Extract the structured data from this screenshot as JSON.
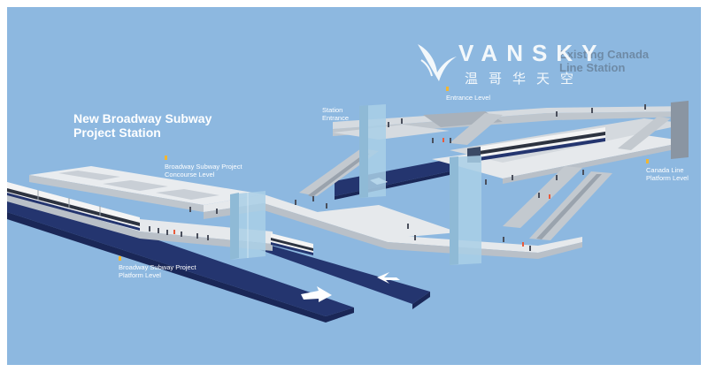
{
  "labels": {
    "title_line1": "New Broadway Subway",
    "title_line2": "Project Station",
    "concourse_line1": "Broadway Subway Project",
    "concourse_line2": "Concourse Level",
    "platform_line1": "Broadway Subway Project",
    "platform_line2": "Platform Level",
    "station_entrance_line1": "Station",
    "station_entrance_line2": "Entrance",
    "entrance_level": "Entrance Level",
    "canada_platform_line1": "Canada Line",
    "canada_platform_line2": "Platform Level",
    "existing_line1": "Existing Canada",
    "existing_line2": "Line Station"
  },
  "watermark": {
    "brand": "VANSKY",
    "chinese": "温哥华天空"
  },
  "colors": {
    "background": "#8db8e0",
    "platform_top": "#e6e9ec",
    "platform_side": "#b9c0c8",
    "track": "#24356f",
    "glass": "#a9cfe6",
    "marker": "#f2b632"
  }
}
